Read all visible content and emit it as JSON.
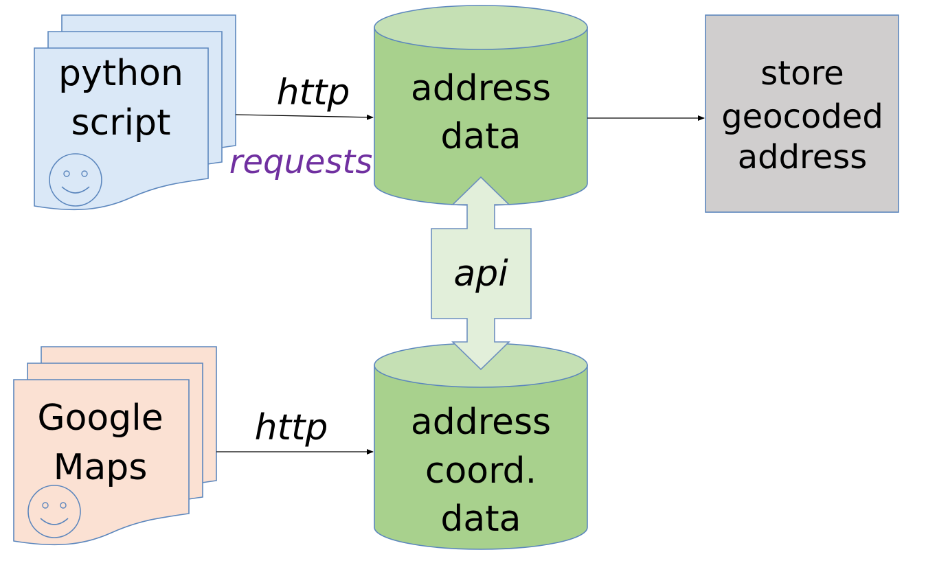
{
  "python_doc": {
    "lines": [
      "python",
      "script"
    ],
    "fill": "#dae8f7",
    "stroke": "#5b86bd"
  },
  "google_doc": {
    "lines": [
      "Google",
      "Maps"
    ],
    "fill": "#fbe1d3",
    "stroke": "#5b86bd"
  },
  "db_address": {
    "lines": [
      "address",
      "data"
    ],
    "fill": "#a8d18d",
    "top_fill": "#c5e0b4",
    "stroke": "#5b86bd"
  },
  "db_coord": {
    "lines": [
      "address",
      "coord.",
      "data"
    ],
    "fill": "#a8d18d",
    "top_fill": "#c5e0b4",
    "stroke": "#5b86bd"
  },
  "store_box": {
    "lines": [
      "store",
      "geocoded",
      "address"
    ],
    "fill": "#d0cece",
    "stroke": "#5b86bd"
  },
  "labels": {
    "http_top": "http",
    "requests": "requests",
    "http_bottom": "http",
    "api": "api"
  },
  "colors": {
    "requests": "#7030a0",
    "api_arrow_fill": "#e2efda",
    "api_arrow_stroke": "#6c8ebf"
  }
}
